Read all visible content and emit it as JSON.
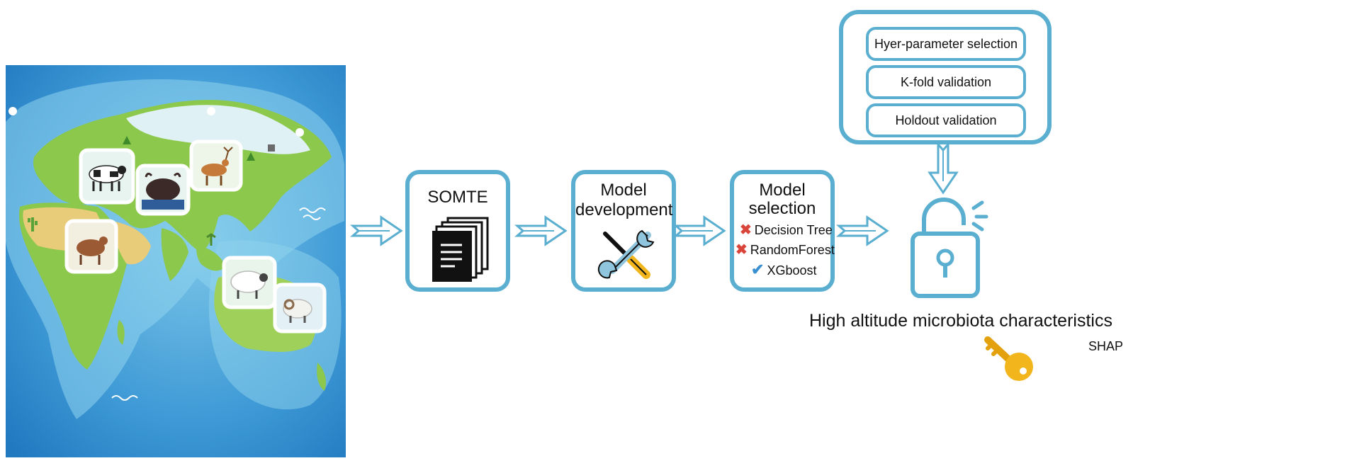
{
  "map": {
    "animals": [
      {
        "kind": "cow"
      },
      {
        "kind": "yak"
      },
      {
        "kind": "deer"
      },
      {
        "kind": "cattle"
      },
      {
        "kind": "sheep"
      },
      {
        "kind": "ram"
      }
    ]
  },
  "steps": {
    "somte": {
      "title": "SOMTE",
      "icon": "document-stack-icon"
    },
    "development": {
      "title_line1": "Model",
      "title_line2": "development",
      "icon": "tools-icon"
    },
    "selection": {
      "title_line1": "Model",
      "title_line2": "selection",
      "models": [
        {
          "label": "Decision Tree",
          "status": "rejected"
        },
        {
          "label": "RandomForest",
          "status": "rejected"
        },
        {
          "label": "XGboost",
          "status": "selected"
        }
      ]
    }
  },
  "validation": {
    "items": [
      "Hyer-parameter selection",
      "K-fold validation",
      "Holdout validation"
    ]
  },
  "result": {
    "caption": "High altitude microbiota characteristics",
    "key_label": "SHAP",
    "lock_icon": "unlocked-padlock-icon",
    "key_icon": "key-icon"
  },
  "colors": {
    "accent": "#5aaed0",
    "ocean": "#2f8fd0",
    "land": "#8cc84b",
    "key": "#f2b51c",
    "reject": "#d9453a",
    "accept": "#3a8fd0"
  }
}
